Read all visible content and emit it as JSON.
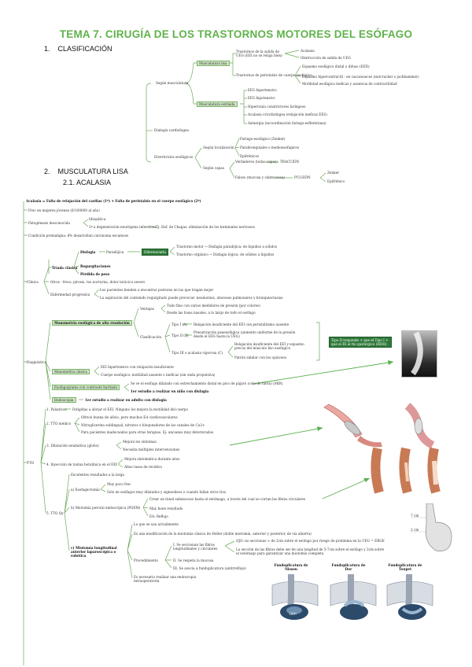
{
  "title": "TEMA 7. CIRUGÍA DE LOS TRASTORNOS MOTORES DEL ESÓFAGO",
  "sections": {
    "s1": "1.    CLASIFICACIÓN",
    "s2": "2.    MUSCULATURA LISA",
    "s21": "2.1. ACALASIA"
  },
  "tree1": {
    "lisa": "Musculatura lisa",
    "lisa_a": "Trastornos de la salida de UEG (EEI no se relaja bien)",
    "lisa_a1": "Acalasia",
    "lisa_a2": "Obstrucción de salida de UEG",
    "lisa_b": "Trastornos de peristalsis de cuerpo esofágico",
    "lisa_b1": "Espasmo esofágico distal o difuso (EED)",
    "lisa_b2": "Espasmo hipercontráctil - en cascanueces (nutcracker o jackhammer)",
    "lisa_b3": "Motilidad esofágica ineficaz y ausencia de contractilidad",
    "sin_musc": "Según musculatura",
    "estriada": "Musculatura estriada",
    "es1": "EES hipertensivo",
    "es2": "EES hipotensivo",
    "es3": "Hipertonía constrictores faríngeos",
    "es4": "Acalasia cricofaríngea (relajación ineficaz EES)",
    "es5": "Asinergia (incoordinación faringo-esfinteriana)",
    "diag": "Dialogía cardiofagea",
    "div": "Divertículos esofágicos",
    "loc": "Según localización",
    "loc1": "Faringo-esofágico (Zenker)",
    "loc2": "Parabronquiales o medioesofágicos",
    "loc3": "Epifrénicos",
    "capas": "Según capas",
    "cap1": "Verdaderos (todas capas)",
    "cap1r": "TRACCIÓN",
    "cap2": "Falsos (mucosa y submucosa)",
    "cap2r": "PULSIÓN",
    "cap2a": "Zenker",
    "cap2b": "Epifrénico"
  },
  "tree2": {
    "def": "Acalasia = Falta de relajación del cardias (1º) + Falta de peristalsis en el cuerpo esofágico (2º)",
    "frec": "Frec en mujeres jóvenes (6/100000 al año)",
    "pato": "Patogénesis desconocida",
    "pato1": "Idiopática",
    "pato2": "2ª a degeneración neurógena infecciosa",
    "pato2b": "Ej: Enf. de Chagas: eliminación de los terminales nerviosos",
    "prem": "Condición premaligna: 8% desarrollan carcinoma escamoso",
    "clinica": "Clínica",
    "triada": "Tríada clásica",
    "disfagia": "Disfagia",
    "parad": "Paradójica",
    "dx_dif": "Diferenciarla",
    "motor": "Trastorno motor → Disfagia paradójica: de líquidos a sólidos",
    "organico": "Trastorno orgánico → Disfagia lógica: de sólidos a líquidos",
    "regurg": "Regurgitaciones",
    "peso": "Pérdida de peso",
    "otros": "Otros - frecs: pirosis, tos nocturna, dolor torácico severo",
    "progr": "Enfermedad progresiva",
    "progr1": "Los pacientes tienden a encontrar posturas en las que tragan mejor",
    "progr2": "La aspiración del contenido regurgitado puede provocar: neumonías, abscesos pulmonares y bronquiectasias",
    "diagnostico": "Diagnóstico",
    "mano_ar": "Manometría esofágica de alta resolución",
    "ventajas": "Ventajas",
    "v1": "Tubo fino con varios medidores de presión (por colores)",
    "v2": "Desde las fosas nasales, a lo largo de todo el esófago",
    "clasif": "Clasificación",
    "tipo1": "Tipo I (A)",
    "tipo1d": "Relajación insuficiente del EEI con peristaltismo ausente",
    "tipo2": "Tipo II (B)",
    "tipo2d": "Presurización panesofágica (aumento uniforme de la presión desde el EES hasta la UEG)",
    "tipo3": "Tipo III o acalasia vigorosa (C)",
    "tipo3a": "Relajación insuficiente del EEI y espasmo precoz del músculo liso esofágico",
    "tipo3b": "Patrón similar con los opiáceos",
    "tip_note": "Tipo II responde + que el Tipo I + que el III al tto quirúrgico (HDH)",
    "mano_cl": "Manometría clásica",
    "mc1": "EEI hipertensivo con relajación insuficiente",
    "mc2": "Cuerpo esofágico: motilidad ausente o ineficaz (sin onda propulsiva)",
    "bario": "Esofagograma con contraste baritado",
    "bario1": "Se ve el esófago dilatado con estrechamiento distal en pico de pájaro (cola de ratón) (MIR)",
    "bario2": "1er estudio a realizar en niño con disfagia",
    "endo": "Endoscopia",
    "endo1": "1er estudio a realizar en adulto con disfagia",
    "tto": "TTO",
    "t1": "1. Paliativos",
    "t1d": "Dirigidas a aliviar el EEI. Ninguno los mejora la motilidad del cuerpo",
    "t2": "2. TTO médico",
    "t2a": "Ofrece buena de alivio, pero muchos EA cardiovasculares",
    "t2b": "Nitroglicerina sublingual, nitratos o bloqueadores de los canales de Ca2+",
    "t2c": "Para pacientes inadecuados para otras terapias. Ej: ancianos muy deteriorados",
    "t3": "3. Dilatación neumática (globo)",
    "t3a": "Mejora los síntomas",
    "t3b": "Necesita múltiples intervenciones",
    "t4": "4. Inyección de toxina botulínica en el EEI",
    "t4a": "Mejora sintomática durante años",
    "t4b": "Altas tasas de recidiva",
    "t5": "5. TTO Qx",
    "q0": "Excelentes resultados a la larga",
    "qa": "a) Esofagectomía",
    "qa1": "Muy poco frec",
    "qa2": "Solo en esófagos muy dilatados y sigmoideos o cuando fallan otros ttos",
    "qb": "b) Miotomía peroral endoscópica (POEM)",
    "qb1": "Crear un túnel submucoso hasta el estómago, a través del cual se cortan las fibras circulares",
    "qb2": "May buen resultado",
    "qb3": "EA: Reflujo",
    "qc": "c) Miotomía longitudinal anterior laparoscópica o robótica",
    "qc1": "Lo que se usa actualmente",
    "qc2": "Es una modificación de la miotomía clásica de Heller (doble miotomía, anterior y posterior, de vía abierta)",
    "proc": "Procedimiento",
    "p1": "I. Se seccionan las fibras longitudinales y circulares",
    "p1a": "OJO: no seccionas > de 2cm sobre el esófago por riesgo de problema en la UEG = ERGE",
    "p1b": "La sección de las fibras debe ser de una longitud de 5-7cm sobre el esófago y 2cm sobre el estómago para garantizar una miotomía completa",
    "p2": "II. Se respeta la mucosa",
    "p3": "III. Se asocia a funduplicatura (antirreflujo)",
    "qc3": "Es necesario realizar una endoscopia intraoperatoria"
  },
  "figures": {
    "nissen": "Fundoplicatura de Nissen",
    "dor": "Fundoplicatura de Dor",
    "toupet": "Fundoplicatura de Toupet",
    "cm7": "7 cm",
    "cm2": "2 cm",
    "angle": "180º"
  },
  "colors": {
    "accent": "#5fb24a",
    "box": "#cfe6c4",
    "dark_box": "#2f7a3a"
  }
}
